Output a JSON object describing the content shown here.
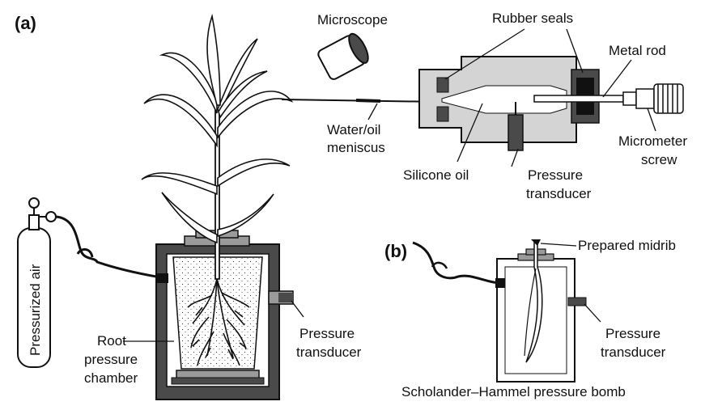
{
  "panels": {
    "a": "(a)",
    "b": "(b)"
  },
  "labels_a": {
    "microscope": "Microscope",
    "rubber_seals": "Rubber seals",
    "metal_rod": "Metal rod",
    "water_oil_line1": "Water/oil",
    "water_oil_line2": "meniscus",
    "micrometer_line1": "Micrometer",
    "micrometer_line2": "screw",
    "silicone_oil": "Silicone oil",
    "pressure_transducer_top_line1": "Pressure",
    "pressure_transducer_top_line2": "transducer",
    "pressurized_air": "Pressurized air",
    "root_line1": "Root",
    "root_line2": "pressure",
    "root_line3": "chamber",
    "pressure_transducer_chamber_line1": "Pressure",
    "pressure_transducer_chamber_line2": "transducer"
  },
  "labels_b": {
    "prepared_midrib": "Prepared midrib",
    "pressure_transducer_line1": "Pressure",
    "pressure_transducer_line2": "transducer",
    "caption": "Scholander–Hammel pressure bomb"
  },
  "colors": {
    "ink": "#111111",
    "dark_fill": "#4a4a4a",
    "mid_fill": "#9a9a9a",
    "light_fill": "#d4d4d4",
    "background": "#ffffff"
  }
}
